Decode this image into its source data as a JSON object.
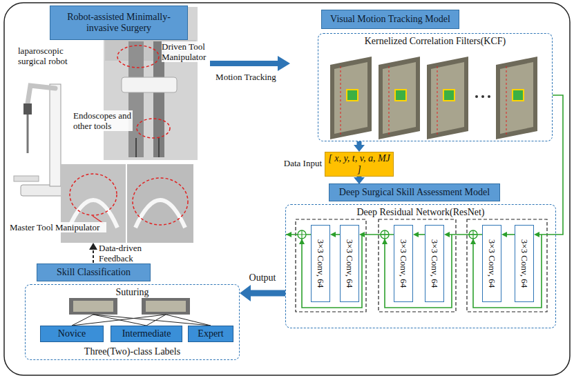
{
  "diagram": {
    "nodes": [
      {
        "text": [
          "Robot-assisted Minimally-invasive Surgery"
        ]
      },
      {
        "text": [
          "Visual Motion Tracking Model"
        ]
      },
      {
        "text": [
          "Kernelized Correlation Filters(KCF)"
        ]
      },
      {
        "text": [
          "[ x, y, t, v, a, MJ ]"
        ]
      },
      {
        "text": [
          "Deep Surgical Skill Assessment Model"
        ]
      },
      {
        "text": [
          "Deep Residual Network(ResNet)"
        ]
      },
      {
        "text": [
          "3×3 Conv, 64"
        ],
        "in": 5
      },
      {
        "text": [
          "3×3 Conv, 64"
        ],
        "in": 5
      },
      {
        "text": [
          "3×3 Conv, 64"
        ],
        "in": 5
      },
      {
        "text": [
          "3×3 Conv, 64"
        ],
        "in": 5
      },
      {
        "text": [
          "3×3 Conv, 64"
        ],
        "in": 5
      },
      {
        "text": [
          "3×3 Conv, 64"
        ],
        "in": 5
      },
      {
        "text": [
          "Skill Classification"
        ]
      },
      {
        "text": [
          "Suturing",
          "Three(Two)-class Labels"
        ]
      },
      {
        "text": [
          "Novice"
        ],
        "in": 13
      },
      {
        "text": [
          "Intermediate"
        ],
        "in": 13
      },
      {
        "text": [
          "Expert"
        ],
        "in": 13
      }
    ],
    "edges": [
      {
        "from": 2,
        "to": 3,
        "arrow": "to"
      },
      {
        "from": 3,
        "to": 4,
        "arrow": "to"
      },
      {
        "from": 2,
        "to": 11,
        "arrow": "to"
      },
      {
        "from": 11,
        "to": 10,
        "arrow": "to"
      },
      {
        "from": 10,
        "to": 9,
        "arrow": "to"
      },
      {
        "from": 9,
        "to": 8,
        "arrow": "to"
      },
      {
        "from": 8,
        "to": 7,
        "arrow": "to"
      },
      {
        "from": 7,
        "to": 6,
        "arrow": "to"
      },
      {
        "from": 5,
        "to": 13,
        "label": "Output",
        "arrow": "to"
      }
    ],
    "labels": [
      "laparoscopic surgical robot",
      "Driven Tool Manipulator",
      "Endoscopes and other tools",
      "Master Tool Manipulator",
      "Motion Tracking",
      "Data Input",
      "Data-driven Feedback"
    ]
  }
}
